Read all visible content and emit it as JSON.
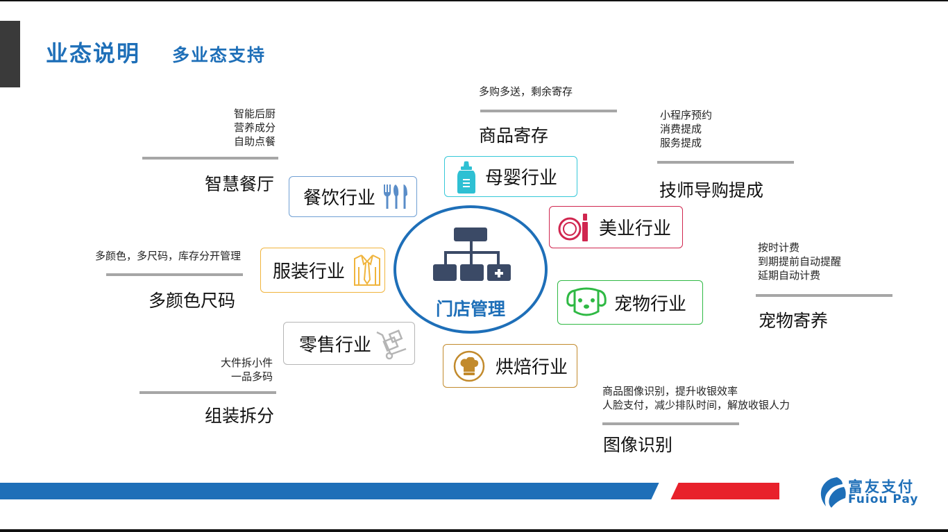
{
  "header": {
    "title": "业态说明",
    "subtitle": "多业态支持"
  },
  "center": {
    "label": "门店管理",
    "icon": "org-chart-icon",
    "color": "#1e6fb8"
  },
  "industries": {
    "catering": {
      "label": "餐饮行业",
      "icon": "fork-knife-icon",
      "color": "#6f9fd3"
    },
    "maternal": {
      "label": "母婴行业",
      "icon": "baby-bottle-icon",
      "color": "#35c8d8"
    },
    "beauty": {
      "label": "美业行业",
      "icon": "cosmetics-icon",
      "color": "#d0264f"
    },
    "clothing": {
      "label": "服装行业",
      "icon": "shirt-tie-icon",
      "color": "#f0b43c"
    },
    "pet": {
      "label": "宠物行业",
      "icon": "dog-icon",
      "color": "#2fb944"
    },
    "retail": {
      "label": "零售行业",
      "icon": "hand-truck-icon",
      "color": "#b5b5b5"
    },
    "bakery": {
      "label": "烘焙行业",
      "icon": "chef-hat-icon",
      "color": "#c28a2c"
    }
  },
  "features": {
    "smart_restaurant": {
      "title": "智慧餐厅",
      "lines": [
        "智能后厨",
        "营养成分",
        "自助点餐"
      ]
    },
    "goods_storage": {
      "title": "商品寄存",
      "lines": [
        "多购多送，剩余寄存"
      ]
    },
    "commission": {
      "title": "技师导购提成",
      "lines": [
        "小程序预约",
        "消费提成",
        "服务提成"
      ]
    },
    "color_size": {
      "title": "多颜色尺码",
      "lines": [
        "多颜色，多尺码，库存分开管理"
      ]
    },
    "pet_boarding": {
      "title": "宠物寄养",
      "lines": [
        "按时计费",
        "到期提前自动提醒",
        "延期自动计费"
      ]
    },
    "assembly_split": {
      "title": "组装拆分",
      "lines": [
        "大件拆小件",
        "一品多码"
      ]
    },
    "image_recognition": {
      "title": "图像识别",
      "lines": [
        "商品图像识别，提升收银效率",
        "人脸支付，减少排队时间，解放收银人力"
      ]
    }
  },
  "footer": {
    "brand_cn": "富友支付",
    "brand_en": "Fuiou Pay",
    "logo_icon": "fuiou-logo-icon",
    "band_colors": [
      "#1e6fb8",
      "#e8212b"
    ]
  }
}
